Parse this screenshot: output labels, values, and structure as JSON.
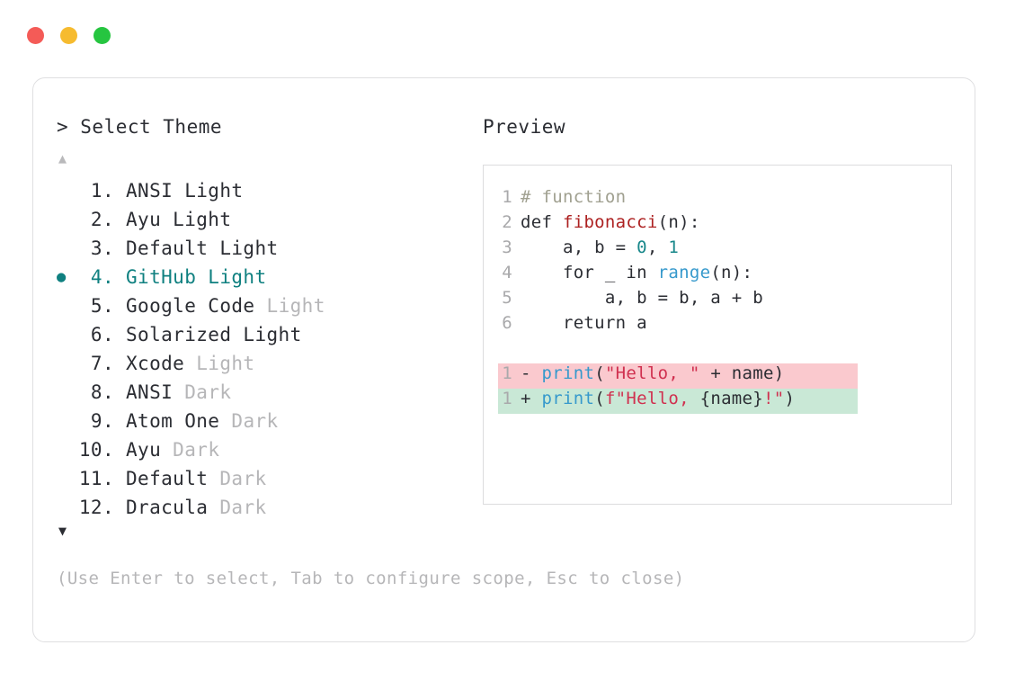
{
  "window": {
    "traffic_lights": [
      {
        "name": "close",
        "color": "#f45b57"
      },
      {
        "name": "minimize",
        "color": "#f6bb2f"
      },
      {
        "name": "maximize",
        "color": "#26c540"
      }
    ]
  },
  "left_pane": {
    "prompt": "> Select Theme",
    "scroll_up_icon": "▲",
    "scroll_down_icon": "▼",
    "selected_index": 4,
    "bullet_glyph": "●",
    "items": [
      {
        "num": " 1.",
        "name": "ANSI Light",
        "suffix": "",
        "selected": false
      },
      {
        "num": " 2.",
        "name": "Ayu Light",
        "suffix": "",
        "selected": false
      },
      {
        "num": " 3.",
        "name": "Default Light",
        "suffix": "",
        "selected": false
      },
      {
        "num": " 4.",
        "name": "GitHub Light",
        "suffix": "",
        "selected": true
      },
      {
        "num": " 5.",
        "name": "Google Code",
        "suffix": " Light",
        "selected": false
      },
      {
        "num": " 6.",
        "name": "Solarized Light",
        "suffix": "",
        "selected": false
      },
      {
        "num": " 7.",
        "name": "Xcode",
        "suffix": " Light",
        "selected": false
      },
      {
        "num": " 8.",
        "name": "ANSI",
        "suffix": " Dark",
        "selected": false
      },
      {
        "num": " 9.",
        "name": "Atom One",
        "suffix": " Dark",
        "selected": false
      },
      {
        "num": "10.",
        "name": "Ayu",
        "suffix": " Dark",
        "selected": false
      },
      {
        "num": "11.",
        "name": "Default",
        "suffix": " Dark",
        "selected": false
      },
      {
        "num": "12.",
        "name": "Dracula",
        "suffix": " Dark",
        "selected": false
      }
    ],
    "hint": "(Use Enter to select, Tab to configure scope, Esc to close)"
  },
  "right_pane": {
    "label": "Preview",
    "code_lines": [
      {
        "gutter": "1",
        "tokens": [
          {
            "t": "# function",
            "c": "comment"
          }
        ]
      },
      {
        "gutter": "2",
        "tokens": [
          {
            "t": "def ",
            "c": "plain"
          },
          {
            "t": "fibonacci",
            "c": "func"
          },
          {
            "t": "(n):",
            "c": "plain"
          }
        ]
      },
      {
        "gutter": "3",
        "tokens": [
          {
            "t": "    a, b = ",
            "c": "plain"
          },
          {
            "t": "0",
            "c": "num"
          },
          {
            "t": ", ",
            "c": "plain"
          },
          {
            "t": "1",
            "c": "num"
          }
        ]
      },
      {
        "gutter": "4",
        "tokens": [
          {
            "t": "    for _ in ",
            "c": "plain"
          },
          {
            "t": "range",
            "c": "builtin"
          },
          {
            "t": "(n):",
            "c": "plain"
          }
        ]
      },
      {
        "gutter": "5",
        "tokens": [
          {
            "t": "        a, b = b, a + b",
            "c": "plain"
          }
        ]
      },
      {
        "gutter": "6",
        "tokens": [
          {
            "t": "    return a",
            "c": "plain"
          }
        ]
      }
    ],
    "diff_lines": [
      {
        "gutter": "1",
        "sign": "-",
        "kind": "removed",
        "bg": "#fac9ce",
        "tokens": [
          {
            "t": "print",
            "c": "builtin"
          },
          {
            "t": "(",
            "c": "plain"
          },
          {
            "t": "\"Hello, \"",
            "c": "string"
          },
          {
            "t": " + name)",
            "c": "plain"
          }
        ]
      },
      {
        "gutter": "1",
        "sign": "+",
        "kind": "added",
        "bg": "#c9e8d6",
        "tokens": [
          {
            "t": "print",
            "c": "builtin"
          },
          {
            "t": "(",
            "c": "plain"
          },
          {
            "t": "f\"Hello, ",
            "c": "string"
          },
          {
            "t": "{name}",
            "c": "plain"
          },
          {
            "t": "!\"",
            "c": "string"
          },
          {
            "t": ")",
            "c": "plain"
          }
        ]
      }
    ]
  },
  "colors": {
    "accent_teal": "#0f8080",
    "dim_gray": "#b6b6b8",
    "text": "#2b2d33",
    "diff_removed_bg": "#fac9ce",
    "diff_added_bg": "#c9e8d6"
  }
}
